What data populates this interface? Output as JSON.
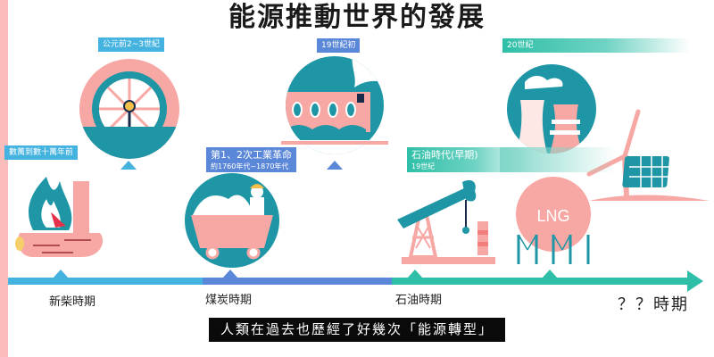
{
  "title": "能源推動世界的發展",
  "colors": {
    "teal_dark": "#1e96a6",
    "pink": "#f7a8a4",
    "blue": "#45b3e0",
    "indigo": "#5b87d8",
    "teal_green": "#2fbfa8",
    "left_strip": "#fbbcbc"
  },
  "events": [
    {
      "id": "firewood",
      "tag": "數萬到數十萬年前",
      "icon": "fire-wood-icon"
    },
    {
      "id": "waterwheel",
      "tag": "公元前2~3世紀",
      "icon": "water-wheel-icon"
    },
    {
      "id": "coal",
      "tag": "第1、2次工業革命",
      "tag_sub": "約1760年代~1870年代",
      "icon": "mine-cart-icon"
    },
    {
      "id": "train",
      "tag": "19世紀初",
      "icon": "steam-train-icon"
    },
    {
      "id": "oil",
      "tag": "石油時代(早期)",
      "tag_sub": "19世紀",
      "icon": "oil-pump-icon"
    },
    {
      "id": "modern",
      "tag": "20世紀",
      "icon": "cooling-tower-icon"
    },
    {
      "id": "lng",
      "label": "LNG",
      "icon": "lng-tank-icon"
    },
    {
      "id": "renewable",
      "icon": "wind-solar-icon"
    }
  ],
  "periods": [
    {
      "label": "新柴時期"
    },
    {
      "label": "煤炭時期"
    },
    {
      "label": "石油時期"
    },
    {
      "label": "？？時期"
    }
  ],
  "caption": "人類在過去也歷經了好幾次「能源轉型」"
}
